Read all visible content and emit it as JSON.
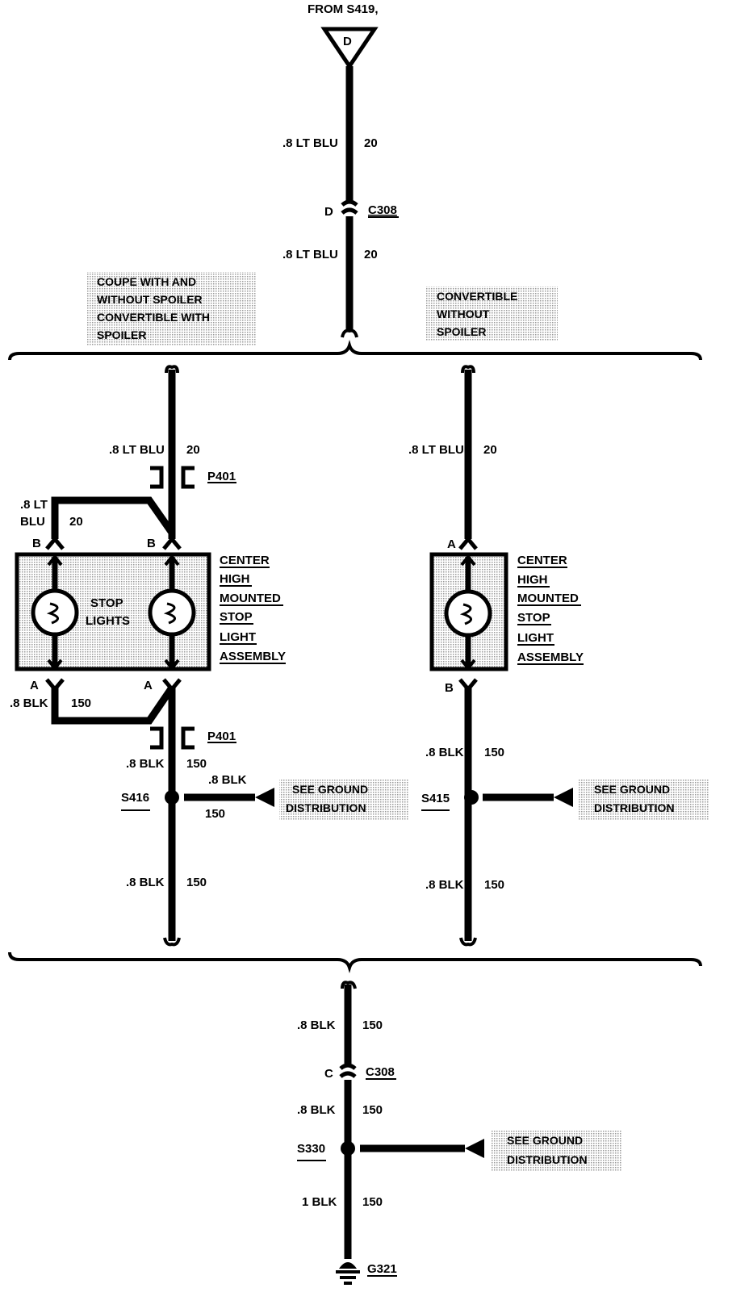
{
  "top": {
    "from_label": "FROM S419,",
    "source_letter": "D"
  },
  "upper_wires": {
    "seg1_label": ".8 LT BLU",
    "seg1_circuit": "20",
    "c308_pin": "D",
    "c308_name": "C308",
    "seg2_label": ".8 LT BLU",
    "seg2_circuit": "20"
  },
  "options": {
    "left": [
      "COUPE WITH AND",
      "WITHOUT SPOILER",
      "CONVERTIBLE WITH",
      "SPOILER"
    ],
    "right": [
      "CONVERTIBLE",
      "WITHOUT",
      "SPOILER"
    ]
  },
  "left_branch": {
    "wire_top_label": ".8 LT BLU",
    "wire_top_circuit": "20",
    "p401_top": "P401",
    "jumper_label_1": ".8 LT",
    "jumper_label_2": "BLU",
    "jumper_circuit": "20",
    "pin_b1": "B",
    "pin_b2": "B",
    "lamp_label_1": "STOP",
    "lamp_label_2": "LIGHTS",
    "assembly_lines": [
      "CENTER",
      "HIGH",
      "MOUNTED",
      "STOP",
      "LIGHT",
      "ASSEMBLY"
    ],
    "pin_a1": "A",
    "pin_a2": "A",
    "blk_jumper_label": ".8 BLK",
    "blk_jumper_circuit": "150",
    "p401_bottom": "P401",
    "blk_label_1": ".8 BLK",
    "blk_circuit_1": "150",
    "splice_name": "S416",
    "splice_wire_label": ".8 BLK",
    "splice_wire_circuit": "150",
    "ground_note": [
      "SEE GROUND",
      "DISTRIBUTION"
    ],
    "blk_label_2": ".8 BLK",
    "blk_circuit_2": "150"
  },
  "right_branch": {
    "wire_top_label": ".8 LT BLU",
    "wire_top_circuit": "20",
    "pin_a": "A",
    "assembly_lines": [
      "CENTER",
      "HIGH",
      "MOUNTED",
      "STOP",
      "LIGHT",
      "ASSEMBLY"
    ],
    "pin_b": "B",
    "blk_label_1": ".8 BLK",
    "blk_circuit_1": "150",
    "splice_name": "S415",
    "ground_note": [
      "SEE GROUND",
      "DISTRIBUTION"
    ],
    "blk_label_2": ".8 BLK",
    "blk_circuit_2": "150"
  },
  "bottom": {
    "seg1_label": ".8 BLK",
    "seg1_circuit": "150",
    "c308_pin": "C",
    "c308_name": "C308",
    "seg2_label": ".8 BLK",
    "seg2_circuit": "150",
    "splice_name": "S330",
    "ground_note": [
      "SEE GROUND",
      "DISTRIBUTION"
    ],
    "seg3_label": "1 BLK",
    "seg3_circuit": "150",
    "ground_name": "G321"
  }
}
